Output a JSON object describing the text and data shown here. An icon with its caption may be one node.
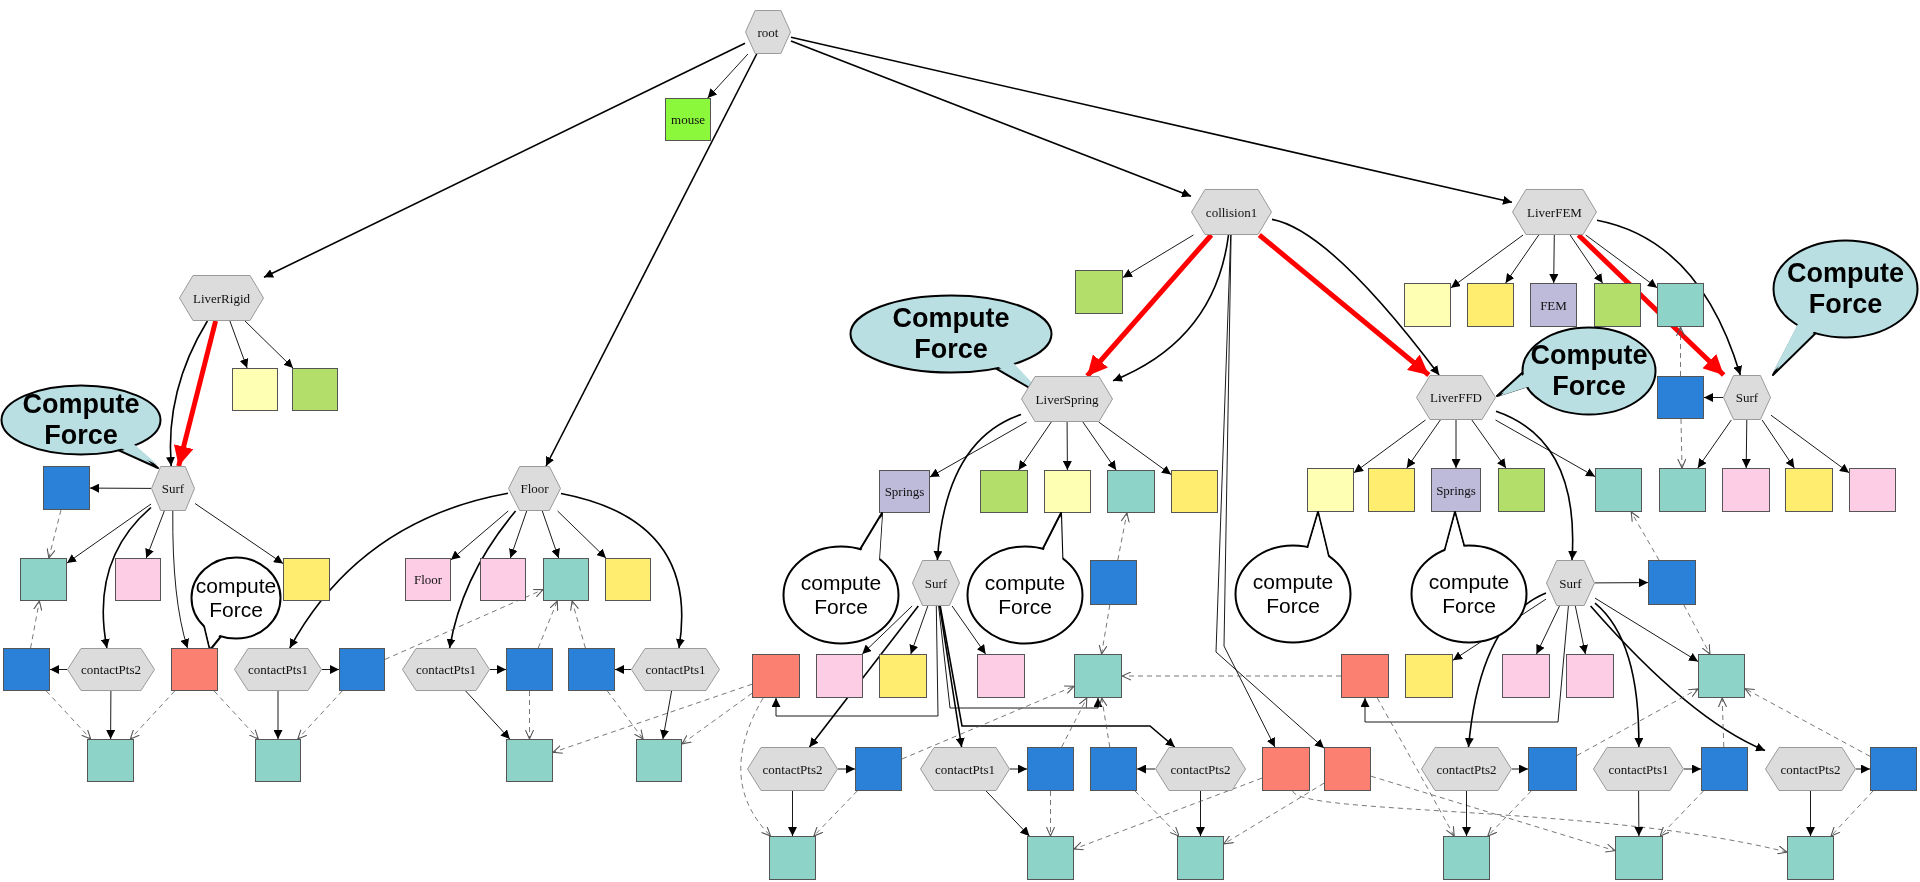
{
  "diagram": {
    "nodes": [
      {
        "text": [
          "root"
        ]
      },
      {
        "text": [
          "mouse"
        ]
      },
      {
        "text": [
          "collision1"
        ]
      },
      {
        "text": [
          "LiverFEM"
        ]
      },
      {
        "text": [
          "Compute Force"
        ]
      },
      {
        "text": [],
        "shape": "box"
      },
      {
        "text": [],
        "shape": "box"
      },
      {
        "text": [],
        "shape": "box"
      },
      {
        "text": [
          "FEM"
        ]
      },
      {
        "text": [],
        "shape": "box"
      },
      {
        "text": [],
        "shape": "box"
      },
      {
        "text": [
          "LiverRigid"
        ]
      },
      {
        "text": [
          "Compute Force"
        ]
      },
      {
        "text": [
          "Compute Force"
        ]
      },
      {
        "text": [],
        "shape": "box"
      },
      {
        "text": [],
        "shape": "box"
      },
      {
        "text": [
          "LiverSpring"
        ]
      },
      {
        "text": [
          "LiverFFD"
        ]
      },
      {
        "text": [],
        "shape": "box"
      },
      {
        "text": [
          "Surf"
        ]
      },
      {
        "text": [
          "Compute Force"
        ]
      },
      {
        "text": [],
        "shape": "box"
      },
      {
        "text": [
          "Surf"
        ]
      },
      {
        "text": [
          "Floor"
        ]
      },
      {
        "text": [
          "Springs"
        ]
      },
      {
        "text": [],
        "shape": "box"
      },
      {
        "text": [],
        "shape": "box"
      },
      {
        "text": [],
        "shape": "box"
      },
      {
        "text": [],
        "shape": "box"
      },
      {
        "text": [],
        "shape": "box"
      },
      {
        "text": [],
        "shape": "box"
      },
      {
        "text": [
          "Springs"
        ]
      },
      {
        "text": [],
        "shape": "box"
      },
      {
        "text": [],
        "shape": "box"
      },
      {
        "text": [],
        "shape": "box"
      },
      {
        "text": [],
        "shape": "box"
      },
      {
        "text": [],
        "shape": "box"
      },
      {
        "text": [],
        "shape": "box"
      },
      {
        "text": [
          "compute Force"
        ]
      },
      {
        "text": [
          "compute Force"
        ]
      },
      {
        "text": [
          "compute Force"
        ]
      },
      {
        "text": [
          "compute Force"
        ]
      },
      {
        "text": [],
        "shape": "box"
      },
      {
        "text": [],
        "shape": "box"
      },
      {
        "text": [
          "compute Force"
        ]
      },
      {
        "text": [],
        "shape": "box"
      },
      {
        "text": [
          "Floor"
        ]
      },
      {
        "text": [],
        "shape": "box"
      },
      {
        "text": [],
        "shape": "box"
      },
      {
        "text": [],
        "shape": "box"
      },
      {
        "text": [
          "Surf"
        ]
      },
      {
        "text": [],
        "shape": "box"
      },
      {
        "text": [
          "Surf"
        ]
      },
      {
        "text": [],
        "shape": "box"
      },
      {
        "text": [],
        "shape": "box"
      },
      {
        "text": [
          "contactPts2"
        ]
      },
      {
        "text": [],
        "shape": "box"
      },
      {
        "text": [
          "contactPts1"
        ]
      },
      {
        "text": [],
        "shape": "box"
      },
      {
        "text": [
          "contactPts1"
        ]
      },
      {
        "text": [],
        "shape": "box"
      },
      {
        "text": [],
        "shape": "box"
      },
      {
        "text": [
          "contactPts1"
        ]
      },
      {
        "text": [],
        "shape": "box"
      },
      {
        "text": [],
        "shape": "box"
      },
      {
        "text": [],
        "shape": "box"
      },
      {
        "text": [],
        "shape": "box"
      },
      {
        "text": [],
        "shape": "box"
      },
      {
        "text": [],
        "shape": "box"
      },
      {
        "text": [],
        "shape": "box"
      },
      {
        "text": [],
        "shape": "box"
      },
      {
        "text": [],
        "shape": "box"
      },
      {
        "text": [],
        "shape": "box"
      },
      {
        "text": [],
        "shape": "box"
      },
      {
        "text": [],
        "shape": "box"
      },
      {
        "text": [],
        "shape": "box"
      },
      {
        "text": [],
        "shape": "box"
      },
      {
        "text": [
          "contactPts2"
        ]
      },
      {
        "text": [],
        "shape": "box"
      },
      {
        "text": [
          "contactPts1"
        ]
      },
      {
        "text": [],
        "shape": "box"
      },
      {
        "text": [],
        "shape": "box"
      },
      {
        "text": [
          "contactPts2"
        ]
      },
      {
        "text": [],
        "shape": "box"
      },
      {
        "text": [],
        "shape": "box"
      },
      {
        "text": [
          "contactPts2"
        ]
      },
      {
        "text": [],
        "shape": "box"
      },
      {
        "text": [
          "contactPts1"
        ]
      },
      {
        "text": [],
        "shape": "box"
      },
      {
        "text": [
          "contactPts2"
        ]
      },
      {
        "text": [],
        "shape": "box"
      },
      {
        "text": [],
        "shape": "box"
      },
      {
        "text": [],
        "shape": "box"
      },
      {
        "text": [],
        "shape": "box"
      },
      {
        "text": [],
        "shape": "box"
      },
      {
        "text": [],
        "shape": "box"
      },
      {
        "text": [],
        "shape": "box"
      }
    ],
    "edges": [
      {
        "from": 0,
        "to": 1,
        "arrow": "to"
      },
      {
        "from": 0,
        "to": 11,
        "arrow": "to"
      },
      {
        "from": 0,
        "to": 23,
        "arrow": "to"
      },
      {
        "from": 0,
        "to": 2,
        "arrow": "to"
      },
      {
        "from": 0,
        "to": 3,
        "arrow": "to"
      },
      {
        "from": 11,
        "to": 22,
        "arrow": "to",
        "style": "thick",
        "color": "#ff0000"
      },
      {
        "from": 2,
        "to": 16,
        "arrow": "to",
        "style": "thick",
        "color": "#ff0000"
      },
      {
        "from": 2,
        "to": 17,
        "arrow": "to",
        "style": "thick",
        "color": "#ff0000"
      },
      {
        "from": 3,
        "to": 19,
        "arrow": "to",
        "style": "thick",
        "color": "#ff0000"
      },
      {
        "from": 11,
        "to": 22,
        "arrow": "to"
      },
      {
        "from": 11,
        "to": 14,
        "arrow": "to"
      },
      {
        "from": 11,
        "to": 15,
        "arrow": "to"
      },
      {
        "from": 22,
        "to": 21,
        "arrow": "to"
      },
      {
        "from": 22,
        "to": 42,
        "arrow": "to"
      },
      {
        "from": 22,
        "to": 43,
        "arrow": "to"
      },
      {
        "from": 22,
        "to": 45,
        "arrow": "to"
      },
      {
        "from": 22,
        "to": 56,
        "arrow": "to"
      },
      {
        "from": 22,
        "to": 55,
        "arrow": "to"
      },
      {
        "from": 55,
        "to": 54,
        "arrow": "to"
      },
      {
        "from": 55,
        "to": 73,
        "arrow": "to"
      },
      {
        "from": 54,
        "to": 42,
        "arrow": "to",
        "style": "dashed"
      },
      {
        "from": 54,
        "to": 73,
        "arrow": "to",
        "style": "dashed"
      },
      {
        "from": 56,
        "to": 73,
        "arrow": "to",
        "style": "dashed"
      },
      {
        "from": 56,
        "to": 74,
        "arrow": "to",
        "style": "dashed"
      },
      {
        "from": 21,
        "to": 42,
        "arrow": "to",
        "style": "dashed"
      },
      {
        "from": 23,
        "to": 57,
        "arrow": "to"
      },
      {
        "from": 23,
        "to": 59,
        "arrow": "to"
      },
      {
        "from": 23,
        "to": 62,
        "arrow": "to"
      },
      {
        "from": 23,
        "to": 46,
        "arrow": "to"
      },
      {
        "from": 23,
        "to": 47,
        "arrow": "to"
      },
      {
        "from": 23,
        "to": 48,
        "arrow": "to"
      },
      {
        "from": 23,
        "to": 49,
        "arrow": "to"
      },
      {
        "from": 57,
        "to": 58,
        "arrow": "to"
      },
      {
        "from": 57,
        "to": 74,
        "arrow": "to"
      },
      {
        "from": 58,
        "to": 74,
        "arrow": "to",
        "style": "dashed"
      },
      {
        "from": 58,
        "to": 48,
        "arrow": "to",
        "style": "dashed"
      },
      {
        "from": 59,
        "to": 60,
        "arrow": "to"
      },
      {
        "from": 59,
        "to": 75,
        "arrow": "to"
      },
      {
        "from": 60,
        "to": 75,
        "arrow": "to",
        "style": "dashed"
      },
      {
        "from": 60,
        "to": 48,
        "arrow": "to",
        "style": "dashed"
      },
      {
        "from": 62,
        "to": 61,
        "arrow": "to"
      },
      {
        "from": 62,
        "to": 76,
        "arrow": "to"
      },
      {
        "from": 61,
        "to": 48,
        "arrow": "to",
        "style": "dashed"
      },
      {
        "from": 61,
        "to": 76,
        "arrow": "to",
        "style": "dashed"
      },
      {
        "from": 63,
        "to": 76,
        "arrow": "to",
        "style": "dashed"
      },
      {
        "from": 63,
        "to": 91,
        "arrow": "to",
        "style": "dashed"
      },
      {
        "from": 63,
        "to": 75,
        "arrow": "to",
        "style": "dashed"
      },
      {
        "from": 2,
        "to": 5,
        "arrow": "to"
      },
      {
        "from": 2,
        "to": 16,
        "arrow": "to"
      },
      {
        "from": 2,
        "to": 17,
        "arrow": "to"
      },
      {
        "from": 2,
        "to": 83,
        "arrow": "to"
      },
      {
        "from": 2,
        "to": 84,
        "arrow": "to"
      },
      {
        "from": 16,
        "to": 24,
        "arrow": "to"
      },
      {
        "from": 16,
        "to": 25,
        "arrow": "to"
      },
      {
        "from": 16,
        "to": 26,
        "arrow": "to"
      },
      {
        "from": 16,
        "to": 27,
        "arrow": "to"
      },
      {
        "from": 16,
        "to": 28,
        "arrow": "to"
      },
      {
        "from": 16,
        "to": 50,
        "arrow": "to"
      },
      {
        "from": 50,
        "to": 63,
        "arrow": "to"
      },
      {
        "from": 50,
        "to": 64,
        "arrow": "to"
      },
      {
        "from": 50,
        "to": 65,
        "arrow": "to"
      },
      {
        "from": 50,
        "to": 66,
        "arrow": "to"
      },
      {
        "from": 50,
        "to": 67,
        "arrow": "to"
      },
      {
        "from": 50,
        "to": 77,
        "arrow": "to"
      },
      {
        "from": 50,
        "to": 79,
        "arrow": "to"
      },
      {
        "from": 50,
        "to": 82,
        "arrow": "to"
      },
      {
        "from": 51,
        "to": 67,
        "arrow": "to",
        "style": "dashed"
      },
      {
        "from": 51,
        "to": 27,
        "arrow": "to",
        "style": "dashed"
      },
      {
        "from": 77,
        "to": 78,
        "arrow": "to"
      },
      {
        "from": 77,
        "to": 91,
        "arrow": "to"
      },
      {
        "from": 78,
        "to": 91,
        "arrow": "to",
        "style": "dashed"
      },
      {
        "from": 78,
        "to": 67,
        "arrow": "to",
        "style": "dashed"
      },
      {
        "from": 79,
        "to": 80,
        "arrow": "to"
      },
      {
        "from": 79,
        "to": 92,
        "arrow": "to"
      },
      {
        "from": 80,
        "to": 92,
        "arrow": "to",
        "style": "dashed"
      },
      {
        "from": 80,
        "to": 67,
        "arrow": "to",
        "style": "dashed"
      },
      {
        "from": 82,
        "to": 81,
        "arrow": "to"
      },
      {
        "from": 82,
        "to": 93,
        "arrow": "to"
      },
      {
        "from": 81,
        "to": 67,
        "arrow": "to",
        "style": "dashed"
      },
      {
        "from": 81,
        "to": 93,
        "arrow": "to",
        "style": "dashed"
      },
      {
        "from": 83,
        "to": 92,
        "arrow": "to",
        "style": "dashed"
      },
      {
        "from": 84,
        "to": 93,
        "arrow": "to",
        "style": "dashed"
      },
      {
        "from": 83,
        "to": 96,
        "arrow": "to",
        "style": "dashed"
      },
      {
        "from": 84,
        "to": 95,
        "arrow": "to",
        "style": "dashed"
      },
      {
        "from": 3,
        "to": 6,
        "arrow": "to"
      },
      {
        "from": 3,
        "to": 7,
        "arrow": "to"
      },
      {
        "from": 3,
        "to": 8,
        "arrow": "to"
      },
      {
        "from": 3,
        "to": 9,
        "arrow": "to"
      },
      {
        "from": 3,
        "to": 10,
        "arrow": "to"
      },
      {
        "from": 3,
        "to": 19,
        "arrow": "to"
      },
      {
        "from": 19,
        "to": 18,
        "arrow": "to"
      },
      {
        "from": 19,
        "to": 34,
        "arrow": "to"
      },
      {
        "from": 19,
        "to": 35,
        "arrow": "to"
      },
      {
        "from": 19,
        "to": 36,
        "arrow": "to"
      },
      {
        "from": 19,
        "to": 37,
        "arrow": "to"
      },
      {
        "from": 18,
        "to": 34,
        "arrow": "to",
        "style": "dashed"
      },
      {
        "from": 18,
        "to": 10,
        "arrow": "to",
        "style": "dashed"
      },
      {
        "from": 17,
        "to": 29,
        "arrow": "to"
      },
      {
        "from": 17,
        "to": 30,
        "arrow": "to"
      },
      {
        "from": 17,
        "to": 31,
        "arrow": "to"
      },
      {
        "from": 17,
        "to": 32,
        "arrow": "to"
      },
      {
        "from": 17,
        "to": 33,
        "arrow": "to"
      },
      {
        "from": 17,
        "to": 52,
        "arrow": "to"
      },
      {
        "from": 52,
        "to": 53,
        "arrow": "to"
      },
      {
        "from": 52,
        "to": 68,
        "arrow": "to"
      },
      {
        "from": 52,
        "to": 69,
        "arrow": "to"
      },
      {
        "from": 52,
        "to": 70,
        "arrow": "to"
      },
      {
        "from": 52,
        "to": 71,
        "arrow": "to"
      },
      {
        "from": 52,
        "to": 72,
        "arrow": "to"
      },
      {
        "from": 52,
        "to": 85,
        "arrow": "to"
      },
      {
        "from": 52,
        "to": 87,
        "arrow": "to"
      },
      {
        "from": 52,
        "to": 89,
        "arrow": "to"
      },
      {
        "from": 53,
        "to": 72,
        "arrow": "to",
        "style": "dashed"
      },
      {
        "from": 53,
        "to": 33,
        "arrow": "to",
        "style": "dashed"
      },
      {
        "from": 85,
        "to": 86,
        "arrow": "to"
      },
      {
        "from": 85,
        "to": 94,
        "arrow": "to"
      },
      {
        "from": 86,
        "to": 94,
        "arrow": "to",
        "style": "dashed"
      },
      {
        "from": 86,
        "to": 72,
        "arrow": "to",
        "style": "dashed"
      },
      {
        "from": 87,
        "to": 88,
        "arrow": "to"
      },
      {
        "from": 87,
        "to": 95,
        "arrow": "to"
      },
      {
        "from": 88,
        "to": 95,
        "arrow": "to",
        "style": "dashed"
      },
      {
        "from": 88,
        "to": 72,
        "arrow": "to",
        "style": "dashed"
      },
      {
        "from": 89,
        "to": 90,
        "arrow": "to"
      },
      {
        "from": 89,
        "to": 96,
        "arrow": "to"
      },
      {
        "from": 90,
        "to": 96,
        "arrow": "to",
        "style": "dashed"
      },
      {
        "from": 90,
        "to": 72,
        "arrow": "to",
        "style": "dashed"
      },
      {
        "from": 68,
        "to": 94,
        "arrow": "to",
        "style": "dashed"
      },
      {
        "from": 68,
        "to": 67,
        "arrow": "to",
        "style": "dashed"
      }
    ]
  }
}
